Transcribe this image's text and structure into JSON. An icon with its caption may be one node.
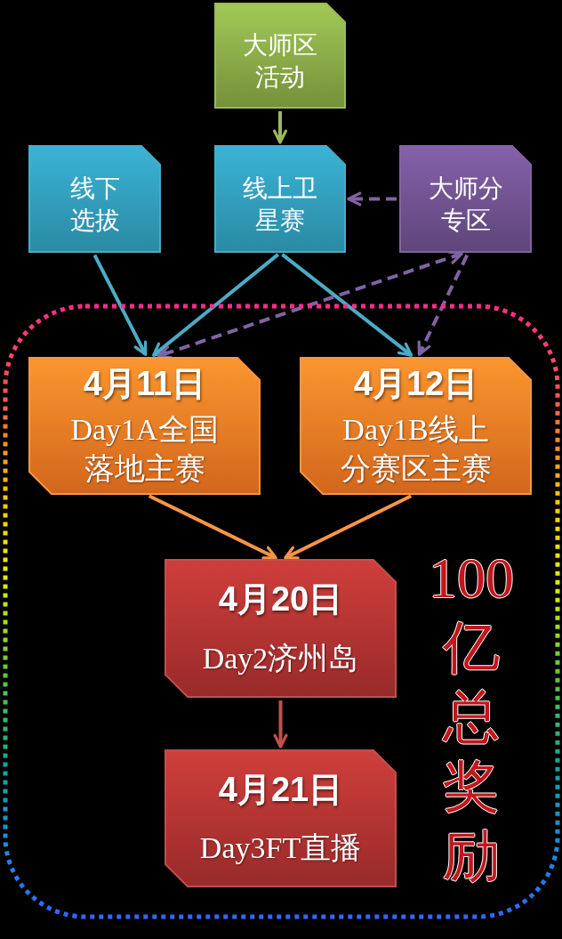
{
  "diagram": {
    "nodes": [
      {
        "text": [
          "大师区活动"
        ]
      },
      {
        "text": [
          "线下选拔"
        ]
      },
      {
        "text": [
          "线上卫星赛"
        ]
      },
      {
        "text": [
          "大师分专区"
        ]
      },
      {
        "text": [
          "100亿总奖励"
        ]
      },
      {
        "text": [
          "4月11日",
          "Day1A全国落地主赛"
        ],
        "in": 4
      },
      {
        "text": [
          "4月12日",
          "Day1B线上分赛区主赛"
        ],
        "in": 4
      },
      {
        "text": [
          "4月20日",
          "Day2济州岛"
        ],
        "in": 4
      },
      {
        "text": [
          "4月21日",
          "Day3FT直播"
        ],
        "in": 4
      }
    ],
    "edges": [
      {
        "from": 0,
        "to": 2,
        "arrow": "to",
        "color": "#9bbb59"
      },
      {
        "from": 3,
        "to": 2,
        "arrow": "to",
        "style": "dashed",
        "color": "#8064a2"
      },
      {
        "from": 1,
        "to": 5,
        "arrow": "to",
        "color": "#4bacc6"
      },
      {
        "from": 2,
        "to": 5,
        "arrow": "to",
        "color": "#4bacc6"
      },
      {
        "from": 2,
        "to": 6,
        "arrow": "to",
        "color": "#4bacc6"
      },
      {
        "from": 3,
        "to": 5,
        "arrow": "both",
        "style": "dashed",
        "color": "#8064a2"
      },
      {
        "from": 3,
        "to": 6,
        "arrow": "to",
        "style": "dashed",
        "color": "#8064a2"
      },
      {
        "from": 5,
        "to": 7,
        "arrow": "to",
        "color": "#f79646"
      },
      {
        "from": 6,
        "to": 7,
        "arrow": "to",
        "color": "#f79646"
      },
      {
        "from": 7,
        "to": 8,
        "arrow": "to",
        "color": "#c0504d"
      }
    ]
  }
}
